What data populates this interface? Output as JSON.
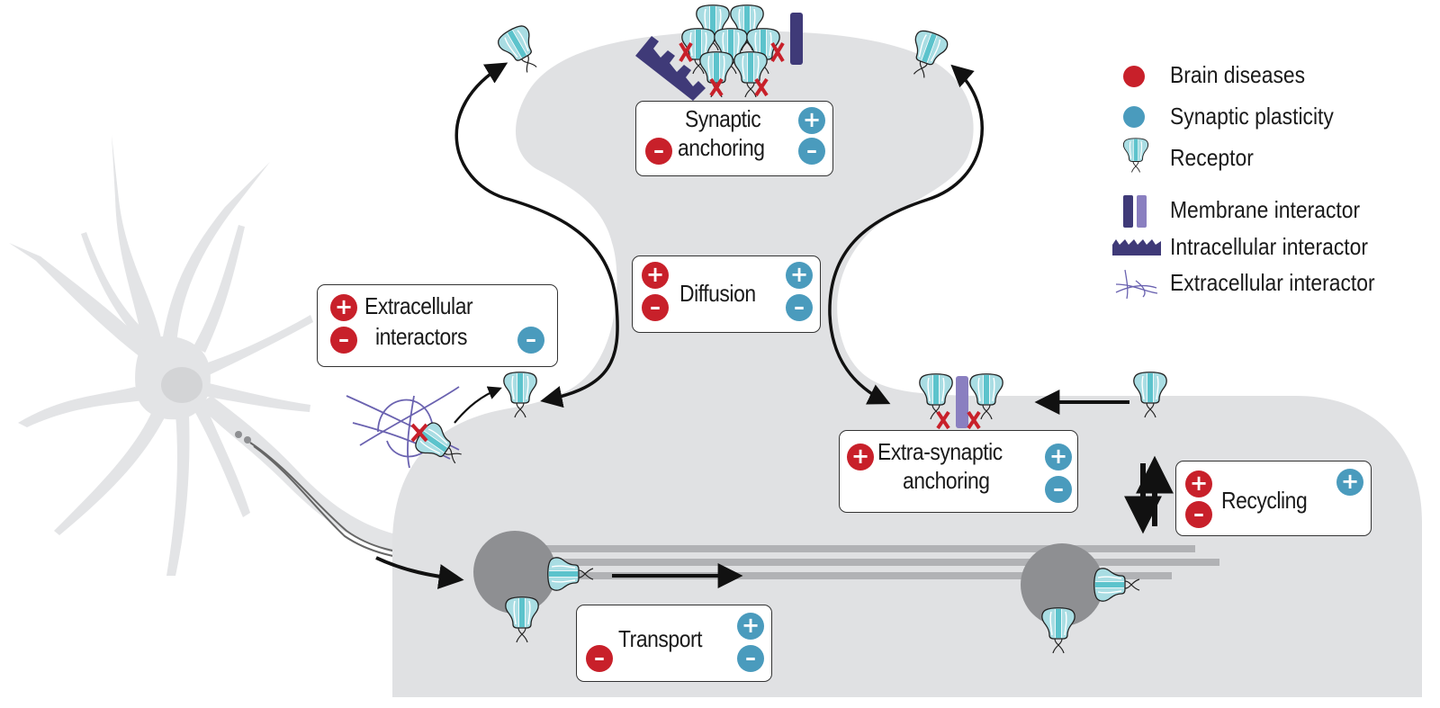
{
  "figure": {
    "colors": {
      "brain_diseases": "#c8202a",
      "synaptic_plasticity": "#4a9bbd",
      "receptor_fill": "#a9dde3",
      "receptor_core": "#5cc3cc",
      "membrane_interactor_dark": "#3f3a78",
      "membrane_interactor_light": "#8a7fc0",
      "intracellular_interactor": "#3f3a78",
      "extracellular_interactor": "#6a62b0",
      "cell_fill": "#e0e1e3",
      "neuron_fill": "#e3e4e6",
      "vesicle_fill": "#8e8f92",
      "microtubule": "#b1b2b5",
      "arrow": "#111111"
    },
    "legend": {
      "items": [
        {
          "icon": "red-dot-icon",
          "label": "Brain diseases"
        },
        {
          "icon": "blue-dot-icon",
          "label": "Synaptic plasticity"
        },
        {
          "icon": "receptor-icon",
          "label": "Receptor"
        },
        {
          "icon": "membrane-interactor-icon",
          "label": "Membrane interactor"
        },
        {
          "icon": "intracellular-interactor-icon",
          "label": "Intracellular interactor"
        },
        {
          "icon": "extracellular-interactor-icon",
          "label": "Extracellular interactor"
        }
      ]
    },
    "boxes": {
      "synaptic_anchoring": {
        "line1": "Synaptic",
        "line2": "anchoring",
        "brain": [
          "-"
        ],
        "plasticity": [
          "+",
          "-"
        ]
      },
      "diffusion": {
        "label": "Diffusion",
        "brain": [
          "+",
          "-"
        ],
        "plasticity": [
          "+",
          "-"
        ]
      },
      "extracellular_interactors": {
        "line1": "Extracellular",
        "line2": "interactors",
        "brain": [
          "+",
          "-"
        ],
        "plasticity": [
          "-"
        ]
      },
      "extra_synaptic_anchoring": {
        "line1": "Extra-synaptic",
        "line2": "anchoring",
        "brain": [
          "+"
        ],
        "plasticity": [
          "+",
          "-"
        ]
      },
      "recycling": {
        "label": "Recycling",
        "brain": [
          "+",
          "-"
        ],
        "plasticity": [
          "+"
        ]
      },
      "transport": {
        "label": "Transport",
        "brain": [
          "-"
        ],
        "plasticity": [
          "+",
          "-"
        ]
      }
    }
  }
}
